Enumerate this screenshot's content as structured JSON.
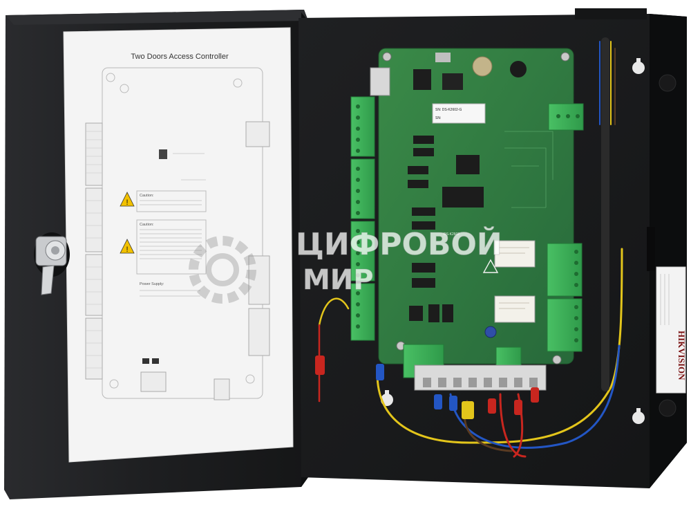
{
  "diagram_sheet": {
    "title": "Two Doors Access Controller",
    "caution1_title": "Caution:",
    "caution2_title": "Caution:",
    "power_supply_label": "Power Supply:"
  },
  "board": {
    "sticker_line1": "SN: DS-K2602-G",
    "sticker_line2": "SN:",
    "chip_label": "DS-K2602"
  },
  "side_label": {
    "brand": "HIKVISION"
  },
  "watermark": {
    "line1": "ЦИФРОВОЙ",
    "line2": "МИР"
  },
  "colors": {
    "enclosure": "#1b1c1e",
    "pcb": "#2f7d3f",
    "terminal": "#3fb35a",
    "sheet": "#f4f4f4"
  }
}
